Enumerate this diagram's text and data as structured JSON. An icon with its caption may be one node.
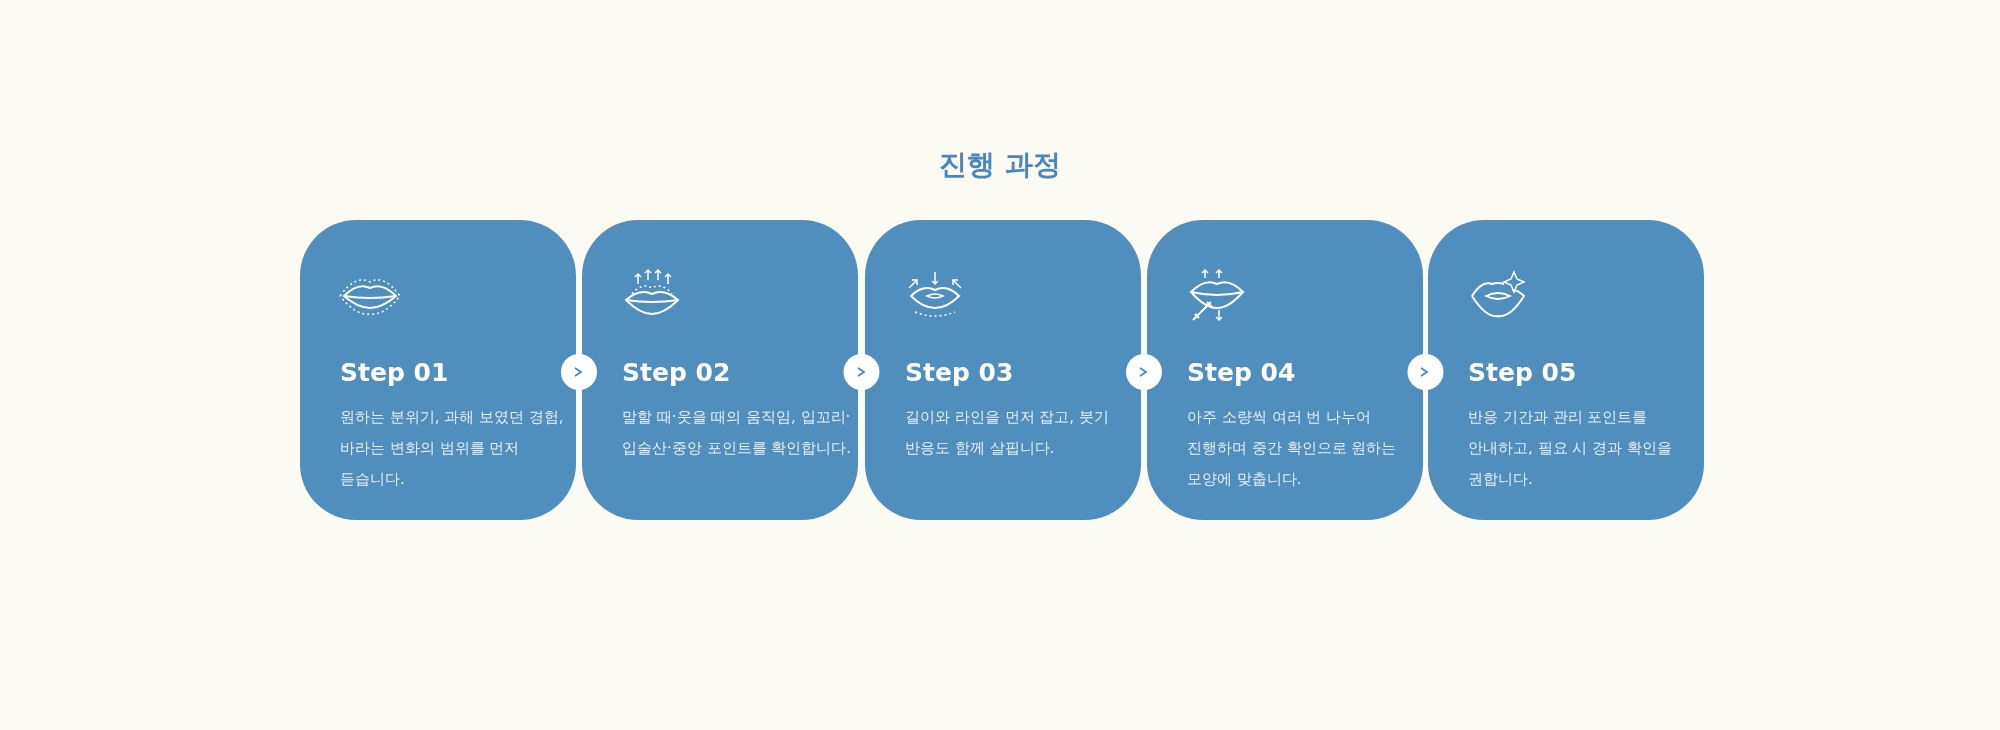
{
  "diagram": {
    "title": "진행 과정",
    "nodes": [
      {
        "text": [
          "Step 01",
          "원하는 분위기, 과해 보였던 경험, 바라는 변화의 범위를 먼저 듣습니다."
        ]
      },
      {
        "text": [
          "Step 02",
          "말할 때·웃을 때의 움직임, 입꼬리·입술산·중앙 포인트를 확인합니다."
        ]
      },
      {
        "text": [
          "Step 03",
          "길이와 라인을 먼저 잡고, 붓기 반응도 함께 살핍니다."
        ]
      },
      {
        "text": [
          "Step 04",
          "아주 소량씩 여러 번 나누어 진행하며 중간 확인으로 원하는 모양에 맞춥니다."
        ]
      },
      {
        "text": [
          "Step 05",
          "반응 기간과 관리 포인트를 안내하고, 필요 시 경과 확인을 권합니다."
        ]
      }
    ],
    "edges": [
      {
        "from": 0,
        "to": 1,
        "arrow": "to"
      },
      {
        "from": 1,
        "to": 2,
        "arrow": "to"
      },
      {
        "from": 2,
        "to": 3,
        "arrow": "to"
      },
      {
        "from": 3,
        "to": 4,
        "arrow": "to"
      }
    ]
  }
}
